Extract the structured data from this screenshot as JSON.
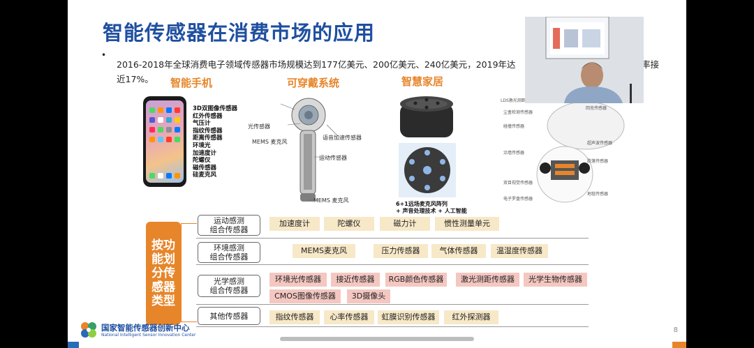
{
  "slide": {
    "title": "智能传感器在消费市场的应用",
    "bullet": "•",
    "paragraph_line1": "2016-2018年全球消费电子领域传感器市场规模达到177亿美元、200亿美元、240亿美元，2019年达",
    "paragraph_line1_tail": "率接",
    "paragraph_line2": "近17%。",
    "page_number": "8"
  },
  "categories": {
    "phone": "智能手机",
    "wearable": "可穿戴系统",
    "home": "智慧家居"
  },
  "phone_sensors": [
    "3D双图像传感器",
    "红外传感器",
    "气压计",
    "指纹传感器",
    "距离传感器",
    "环境光",
    "加速度计",
    "陀螺仪",
    "磁传感器",
    "硅麦克风"
  ],
  "wearable_labels": {
    "light": "光传感器",
    "mems_top": "MEMS 麦克风",
    "voice_accel": "语音加速传感器",
    "motion": "运动传感器",
    "mems_bottom": "MEMS 麦克风"
  },
  "home_caption": {
    "line1": "6+1远场麦克风阵列",
    "line2": "+ 声音处理技术 + 人工智能"
  },
  "robot_labels": [
    "LDS激光测距传感器",
    "尘盒检测传感器",
    "碰撞传感器",
    "回充传感器",
    "超声波传感器",
    "跌落传感器",
    "沿墙传感器",
    "双目视觉传感器",
    "地毯传感器",
    "电子罗盘传感器"
  ],
  "classification": {
    "vertical_label": [
      "按功",
      "能划",
      "分传",
      "感器",
      "类型"
    ],
    "rows": [
      {
        "label": [
          "运动感测",
          "组合传感器"
        ],
        "chips": [
          "加速度计",
          "陀螺仪",
          "磁力计",
          "惯性测量单元"
        ]
      },
      {
        "label": [
          "环境感测",
          "组合传感器"
        ],
        "chips": [
          "MEMS麦克风",
          "压力传感器",
          "气体传感器",
          "温湿度传感器"
        ]
      },
      {
        "label": [
          "光学感测",
          "组合传感器"
        ],
        "chips": [
          "环境光传感器",
          "接近传感器",
          "RGB颜色传感器",
          "激光测距传感器",
          "光学生物传感器",
          "CMOS图像传感器",
          "3D摄像头"
        ]
      },
      {
        "label": [
          "其他传感器"
        ],
        "chips": [
          "指纹传感器",
          "心率传感器",
          "虹膜识别传感器",
          "红外探测器"
        ]
      }
    ]
  },
  "logo": {
    "cn": "国家智能传感器创新中心",
    "en": "National Intelligent Sensor Innovation Center"
  },
  "colors": {
    "title": "#1f4fa0",
    "accent": "#e7852a",
    "chip_yellow": "#f7e8c8",
    "chip_pink": "#f4c7c1"
  }
}
